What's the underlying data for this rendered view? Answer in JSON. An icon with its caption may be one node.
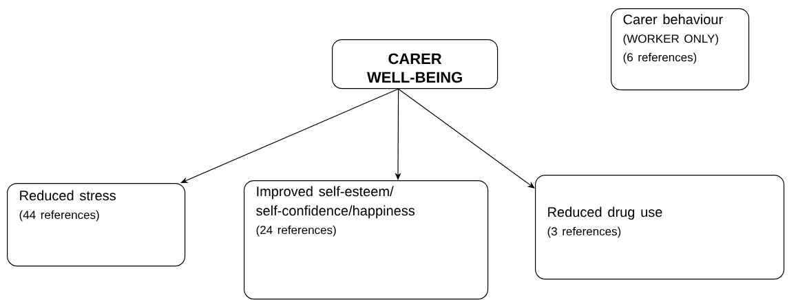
{
  "diagram": {
    "nodes": [
      {
        "text": [
          "CARER WELL-BEING"
        ]
      },
      {
        "text": [
          "Carer behaviour",
          "(WORKER ONLY)",
          "(6 references)"
        ]
      },
      {
        "text": [
          "Reduced stress",
          "(44 references)"
        ]
      },
      {
        "text": [
          "Improved self-esteem/ self-confidence/happiness",
          "(24 references)"
        ]
      },
      {
        "text": [
          "Reduced drug use",
          "(3 references)"
        ]
      }
    ],
    "edges": [
      {
        "from": 0,
        "to": 2,
        "arrow": "to"
      },
      {
        "from": 0,
        "to": 3,
        "arrow": "to"
      },
      {
        "from": 0,
        "to": 4,
        "arrow": "to"
      }
    ]
  }
}
